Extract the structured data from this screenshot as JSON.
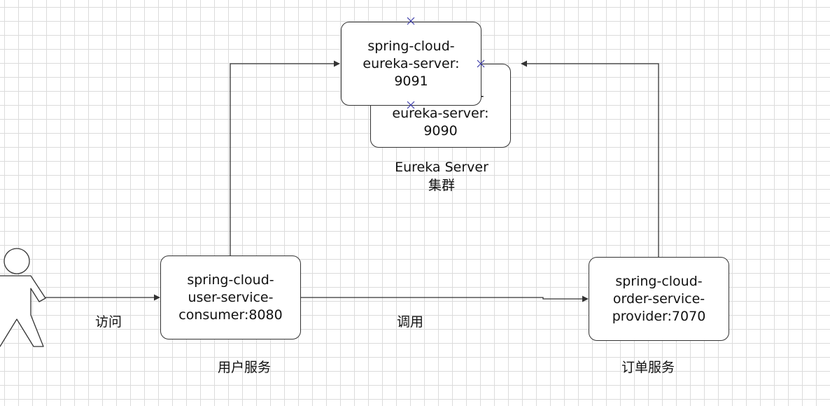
{
  "nodes": {
    "eureka_9090": "spring-cloud-\neureka-server:\n9090",
    "eureka_9091": "spring-cloud-\neureka-server:\n9091",
    "user_service": "spring-cloud-\nuser-service-\nconsumer:8080",
    "order_service": "spring-cloud-\norder-service-\nprovider:7070"
  },
  "labels": {
    "cluster": "Eureka Server\n集群",
    "access": "访问",
    "invoke": "调用",
    "user_service_caption": "用户服务",
    "order_service_caption": "订单服务"
  },
  "colors": {
    "stroke": "#333333",
    "grid": "#dcdcdc",
    "connection_point": "#3a3aa8"
  },
  "icons": {
    "actor": "stick-figure-user-icon",
    "connection_point": "x-mark-icon"
  }
}
